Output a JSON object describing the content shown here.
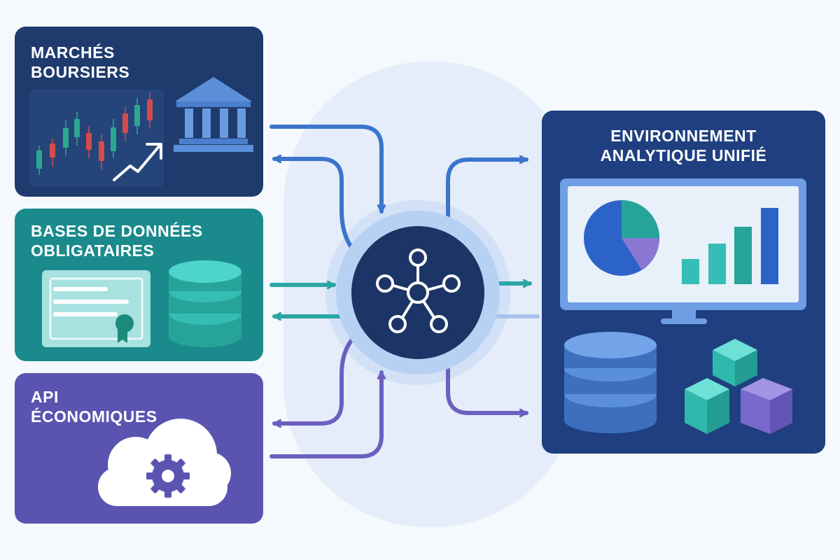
{
  "sources": {
    "markets": {
      "title_line1": "MARCHÉS",
      "title_line2": "BOURSIERS",
      "color": "#1f3b6e",
      "icons": [
        "candlestick-chart-icon",
        "trend-arrow-icon",
        "bank-building-icon"
      ]
    },
    "bonds": {
      "title_line1": "BASES DE DONNÉES",
      "title_line2": "OBLIGATAIRES",
      "color": "#1a8a8c",
      "icons": [
        "certificate-icon",
        "database-icon"
      ]
    },
    "apis": {
      "title_line1": "API",
      "title_line2": "ÉCONOMIQUES",
      "color": "#5a53b0",
      "icons": [
        "cloud-gear-icon"
      ]
    }
  },
  "hub": {
    "icon": "network-hub-icon",
    "color": "#1c3566"
  },
  "destination": {
    "title_line1": "ENVIRONNEMENT",
    "title_line2": "ANALYTIQUE UNIFIÉ",
    "color": "#1f3f80",
    "icons": [
      "monitor-icon",
      "pie-chart-icon",
      "bar-chart-icon",
      "database-icon",
      "cubes-icon"
    ]
  },
  "colors": {
    "background": "#f5f8fc",
    "blue_flow": "#3a74cc",
    "teal_flow": "#2aa7a4",
    "purple_flow": "#6c5fc0"
  }
}
